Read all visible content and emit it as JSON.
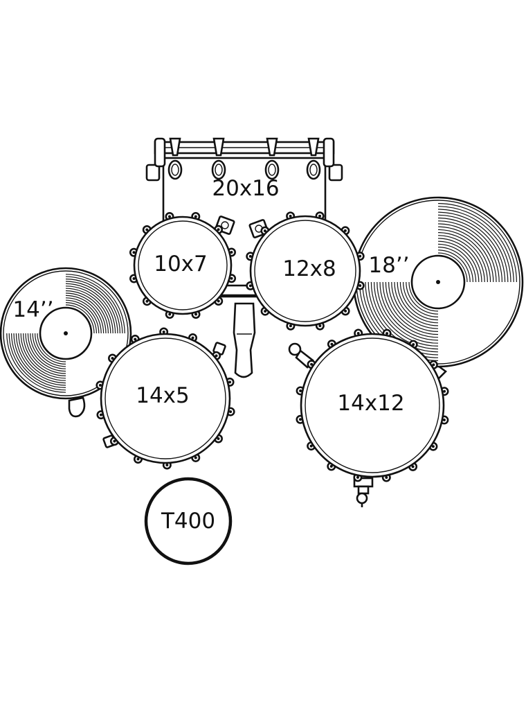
{
  "diagram": {
    "bass_drum": {
      "label": "20x16"
    },
    "tom_left": {
      "label": "10x7"
    },
    "tom_right": {
      "label": "12x8"
    },
    "crash_cymbal": {
      "label": "18’’"
    },
    "hihat_cymbal": {
      "label": "14’’"
    },
    "snare": {
      "label": "14x5"
    },
    "floor_tom": {
      "label": "14x12"
    },
    "throne": {
      "label": "T400"
    }
  }
}
